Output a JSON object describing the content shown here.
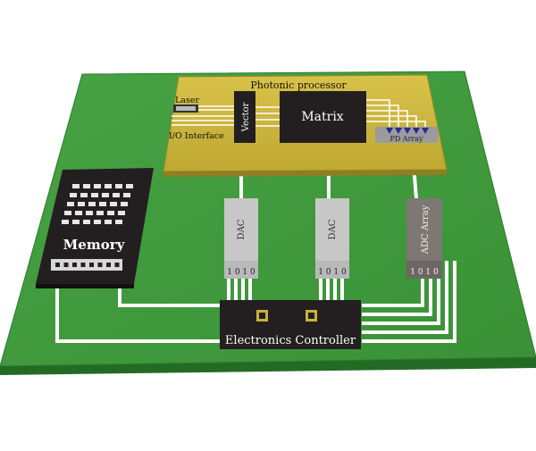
{
  "colors": {
    "board": "#3f9a3c",
    "board_edge": "#2d7a2d",
    "board_side": "#236b24",
    "chip_gold": "#c9b33a",
    "chip_gold_edge": "#9a8a26",
    "chip_black": "#231f20",
    "dac_grey": "#c7c7c7",
    "adc_grey": "#7d7874",
    "trace_white": "#ffffff"
  },
  "labels": {
    "photonic_processor": "Photonic processor",
    "laser": "Laser",
    "io_interface": "I/O Interface",
    "vector": "Vector",
    "matrix": "Matrix",
    "pd_array": "PD Array",
    "dac_left": "DAC",
    "dac_right": "DAC",
    "adc_array": "ADC Array",
    "memory": "Memory",
    "electronics_controller": "Electronics Controller",
    "bits_left": "1 0 1 0",
    "bits_mid": "1 0 1 0",
    "bits_right": "1 0 1 0"
  }
}
